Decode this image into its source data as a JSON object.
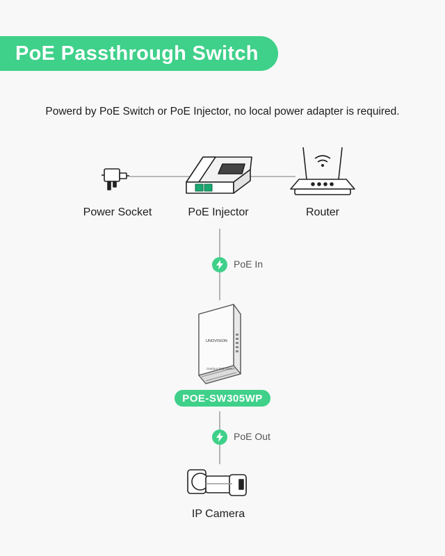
{
  "title": "PoE Passthrough Switch",
  "subtitle": "Powerd by PoE Switch or PoE Injector, no local power adapter is required.",
  "nodes": {
    "power_socket": {
      "label": "Power Socket",
      "icon": "power-adapter-icon"
    },
    "poe_injector": {
      "label": "PoE Injector",
      "icon": "poe-injector-icon"
    },
    "router": {
      "label": "Router",
      "icon": "wifi-router-icon"
    },
    "switch": {
      "model": "POE-SW305WP",
      "brand_text": "UNOVISION",
      "panel_text": "Outdoor PoE Switch",
      "icon": "outdoor-switch-icon"
    },
    "camera": {
      "label": "IP Camera",
      "icon": "bullet-camera-icon"
    }
  },
  "edges": {
    "poe_in": {
      "label": "PoE In",
      "icon": "lightning-bolt-icon"
    },
    "poe_out": {
      "label": "PoE Out",
      "icon": "lightning-bolt-icon"
    }
  },
  "colors": {
    "accent": "#3fd08a",
    "line": "#9a9a9a",
    "text": "#1c1c1c",
    "background": "#f7f8f7"
  }
}
